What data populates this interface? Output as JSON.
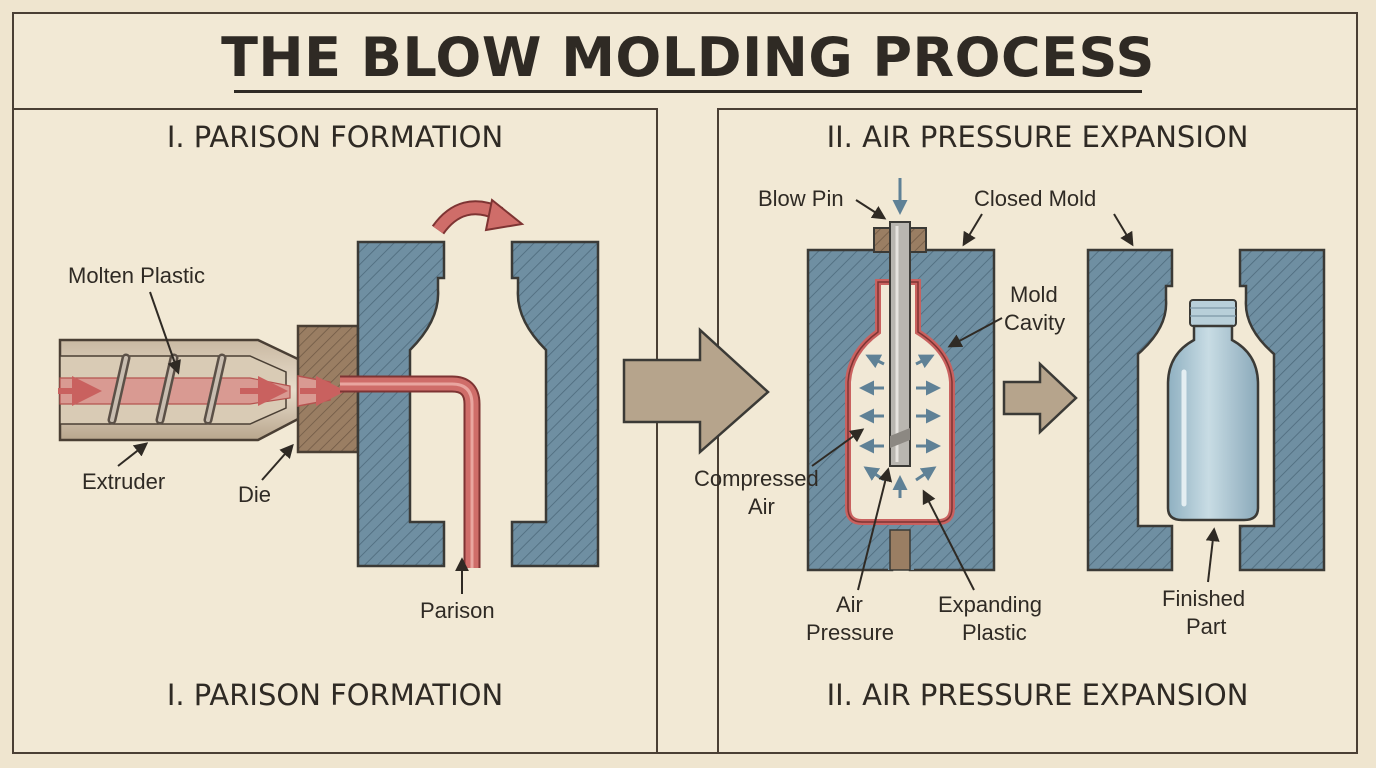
{
  "title": "THE BLOW MOLDING PROCESS",
  "sections": [
    {
      "heading_top": "I. PARISON FORMATION",
      "heading_bottom": "I. PARISON FORMATION",
      "labels": {
        "molten_plastic": "Molten Plastic",
        "extruder": "Extruder",
        "die": "Die",
        "parison": "Parison"
      }
    },
    {
      "heading_top": "II. AIR PRESSURE EXPANSION",
      "heading_bottom": "II. AIR PRESSURE EXPANSION",
      "labels": {
        "blow_pin": "Blow Pin",
        "closed_mold": "Closed Mold",
        "mold_cavity_1": "Mold",
        "mold_cavity_2": "Cavity",
        "compressed_air_1": "Compressed",
        "compressed_air_2": "Air",
        "air_pressure_1": "Air",
        "air_pressure_2": "Pressure",
        "expanding_plastic_1": "Expanding",
        "expanding_plastic_2": "Plastic",
        "finished_part_1": "Finished",
        "finished_part_2": "Part"
      }
    }
  ],
  "colors": {
    "mold_blue": "#6f8fa2",
    "molten_red": "#c9615f",
    "die_brown": "#9a7e63",
    "arrow_tan": "#b6a48c",
    "bottle_blue": "#a9c4d1"
  }
}
